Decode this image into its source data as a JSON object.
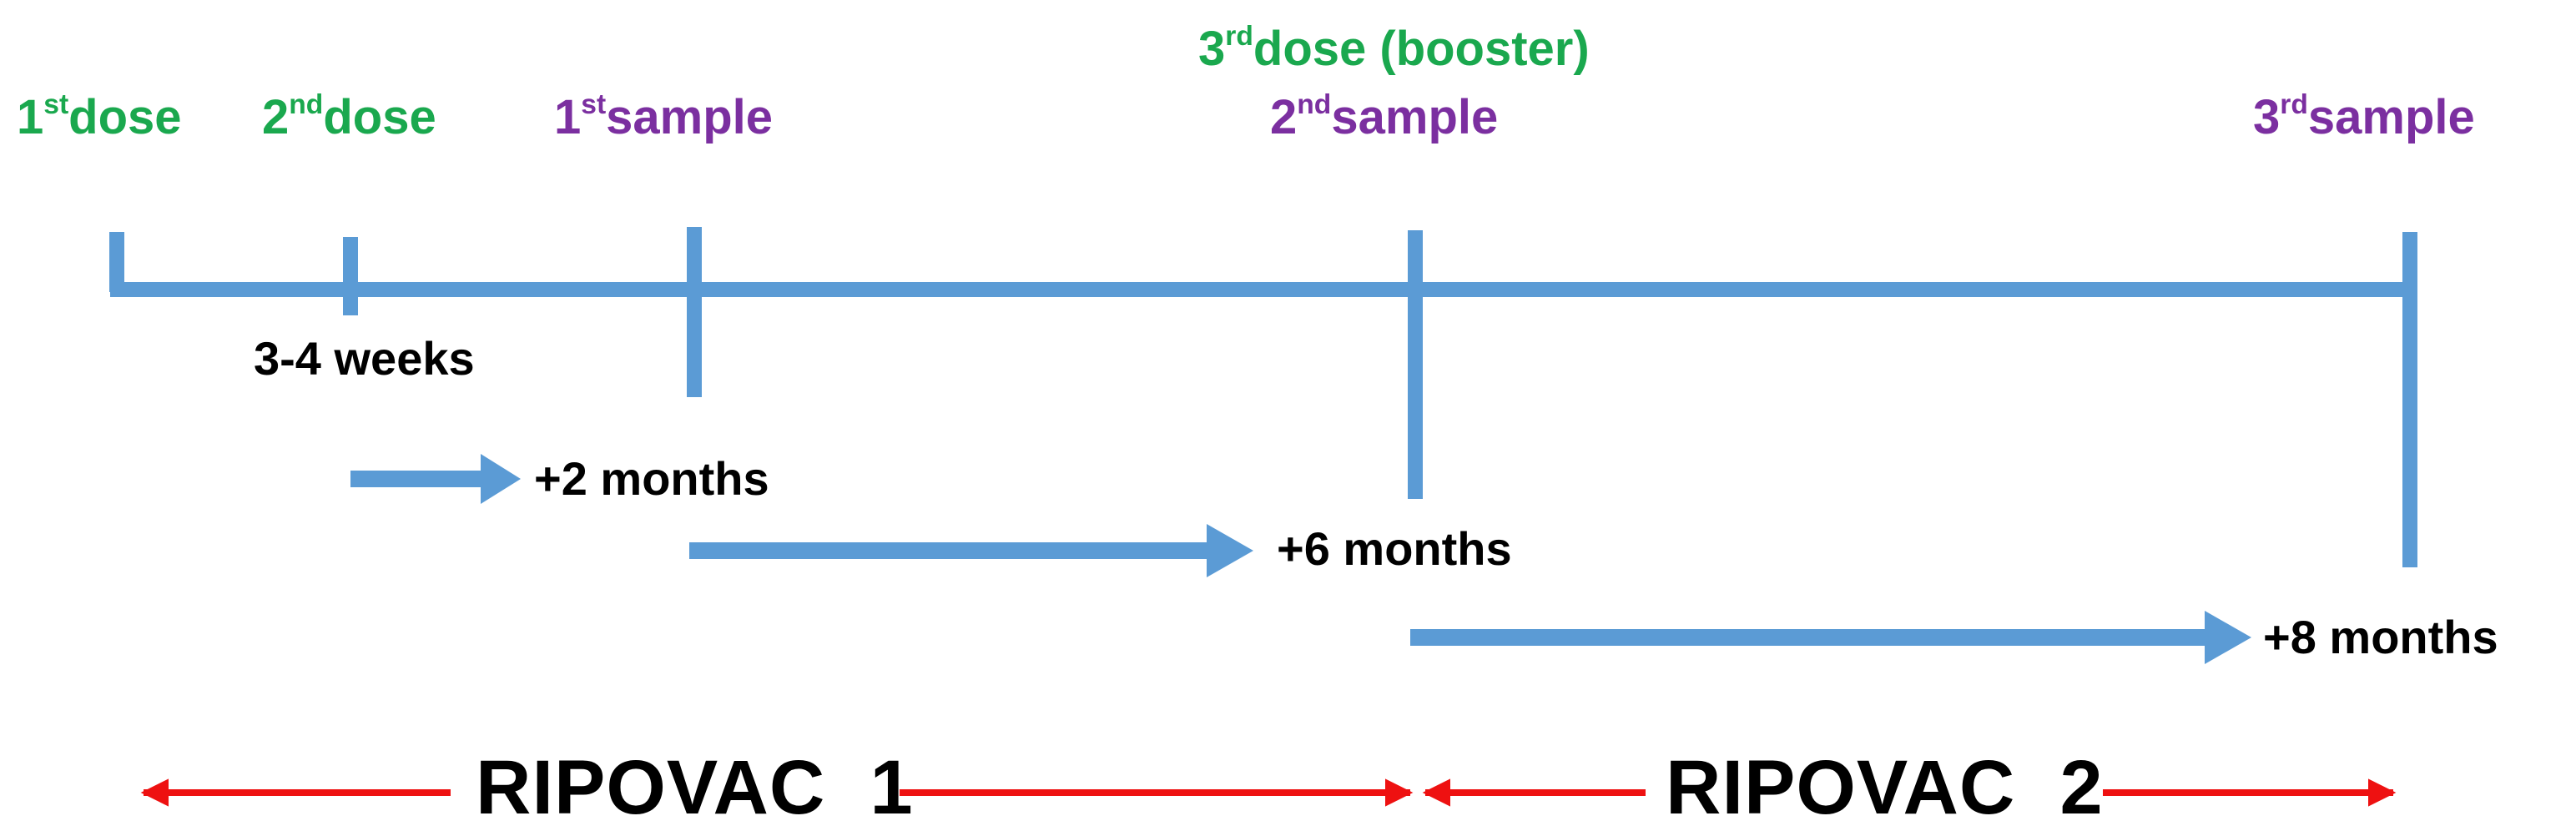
{
  "colors": {
    "dose": "#1aa84e",
    "sample": "#7b2fa0",
    "timeline": "#5b9bd5",
    "study_arrow": "#ee1111",
    "text": "#000000"
  },
  "doses": [
    {
      "ord": "1",
      "sup": "st",
      "label": "dose"
    },
    {
      "ord": "2",
      "sup": "nd",
      "label": "dose"
    },
    {
      "ord": "3",
      "sup": "rd",
      "label": "dose (booster)"
    }
  ],
  "samples": [
    {
      "ord": "1",
      "sup": "st",
      "label": "sample"
    },
    {
      "ord": "2",
      "sup": "nd",
      "label": "sample"
    },
    {
      "ord": "3",
      "sup": "rd",
      "label": "sample"
    }
  ],
  "intervals": {
    "between_doses": "3-4 weeks",
    "to_first_sample": "+2 months",
    "to_second_sample": "+6 months",
    "to_third_sample": "+8 months"
  },
  "studies": [
    {
      "label": "RIPOVAC  1"
    },
    {
      "label": "RIPOVAC  2"
    }
  ]
}
